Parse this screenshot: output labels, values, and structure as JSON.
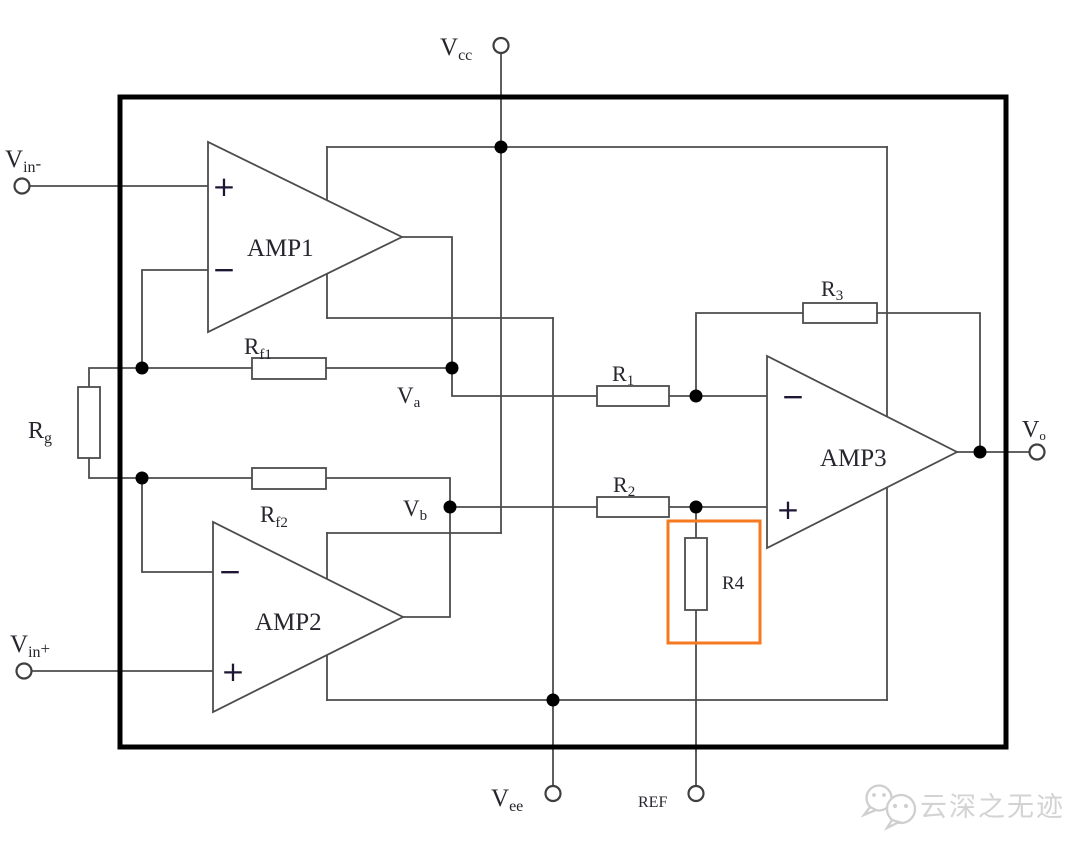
{
  "diagram": {
    "wire_color": "#4c4c4c",
    "border_color": "#000000",
    "highlight_color": "#f57a1f",
    "label_color": "#26262e",
    "sign_color": "#1e1633",
    "watermark_color": "#d3d3d3",
    "background": "#ffffff"
  },
  "terminals": {
    "vin_minus": {
      "base": "V",
      "sub": "in",
      "sign": "-"
    },
    "vin_plus": {
      "base": "V",
      "sub": "in",
      "sign": "+"
    },
    "vcc": {
      "base": "V",
      "sub": "cc"
    },
    "vee": {
      "base": "V",
      "sub": "ee"
    },
    "ref": {
      "label": "REF"
    },
    "vout": {
      "base": "V",
      "sub": "o"
    }
  },
  "amplifiers": {
    "amp1": {
      "label": "AMP1",
      "plus_sign": "+",
      "minus_sign": "−"
    },
    "amp2": {
      "label": "AMP2",
      "plus_sign": "+",
      "minus_sign": "−"
    },
    "amp3": {
      "label": "AMP3",
      "plus_sign": "+",
      "minus_sign": "−"
    }
  },
  "resistors": {
    "rg": {
      "base": "R",
      "sub": "g"
    },
    "rf1": {
      "base": "R",
      "sub": "f1"
    },
    "rf2": {
      "base": "R",
      "sub": "f2"
    },
    "r1": {
      "base": "R",
      "sub": "1"
    },
    "r2": {
      "base": "R",
      "sub": "2"
    },
    "r3": {
      "base": "R",
      "sub": "3"
    },
    "r4": {
      "label": "R4"
    }
  },
  "nodes": {
    "va": {
      "base": "V",
      "sub": "a"
    },
    "vb": {
      "base": "V",
      "sub": "b"
    }
  },
  "watermark": {
    "text": "云深之无迹"
  }
}
